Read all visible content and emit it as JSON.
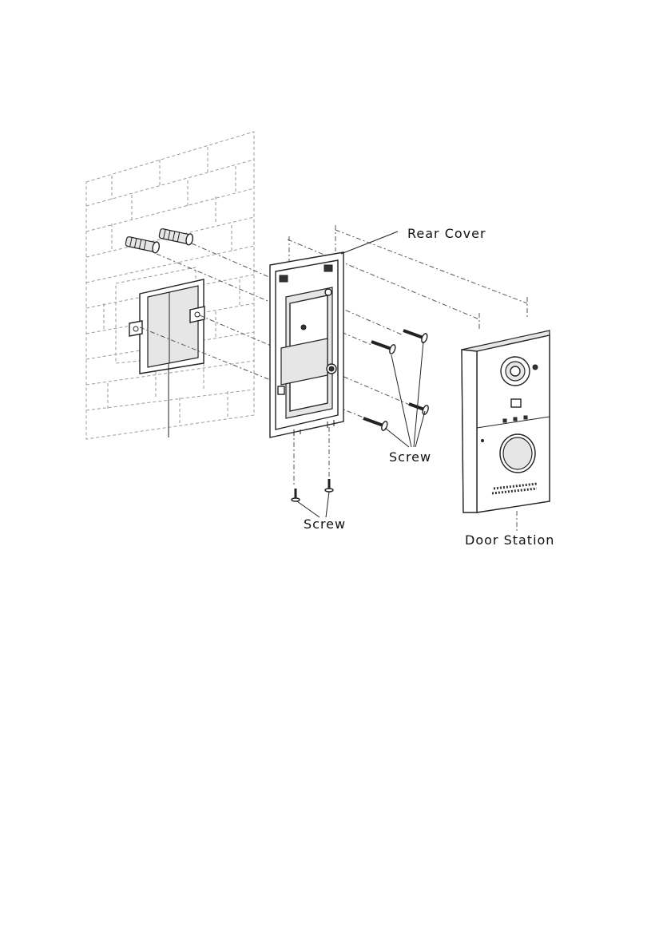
{
  "labels": {
    "rear_cover": "Rear Cover",
    "screw_right": "Screw",
    "screw_bottom": "Screw",
    "door_station": "Door Station"
  },
  "icons": {
    "wall": "brick-wall-icon",
    "box": "junction-box-icon",
    "anchor": "wall-anchor-icon",
    "rear_cover": "rear-cover-plate-icon",
    "screw": "screw-icon",
    "door_station": "door-station-device-icon"
  },
  "colors": {
    "line": "#222222",
    "wall_dash": "#9a9a9a",
    "part_fill": "#ffffff",
    "part_shade": "#e6e6e6"
  }
}
